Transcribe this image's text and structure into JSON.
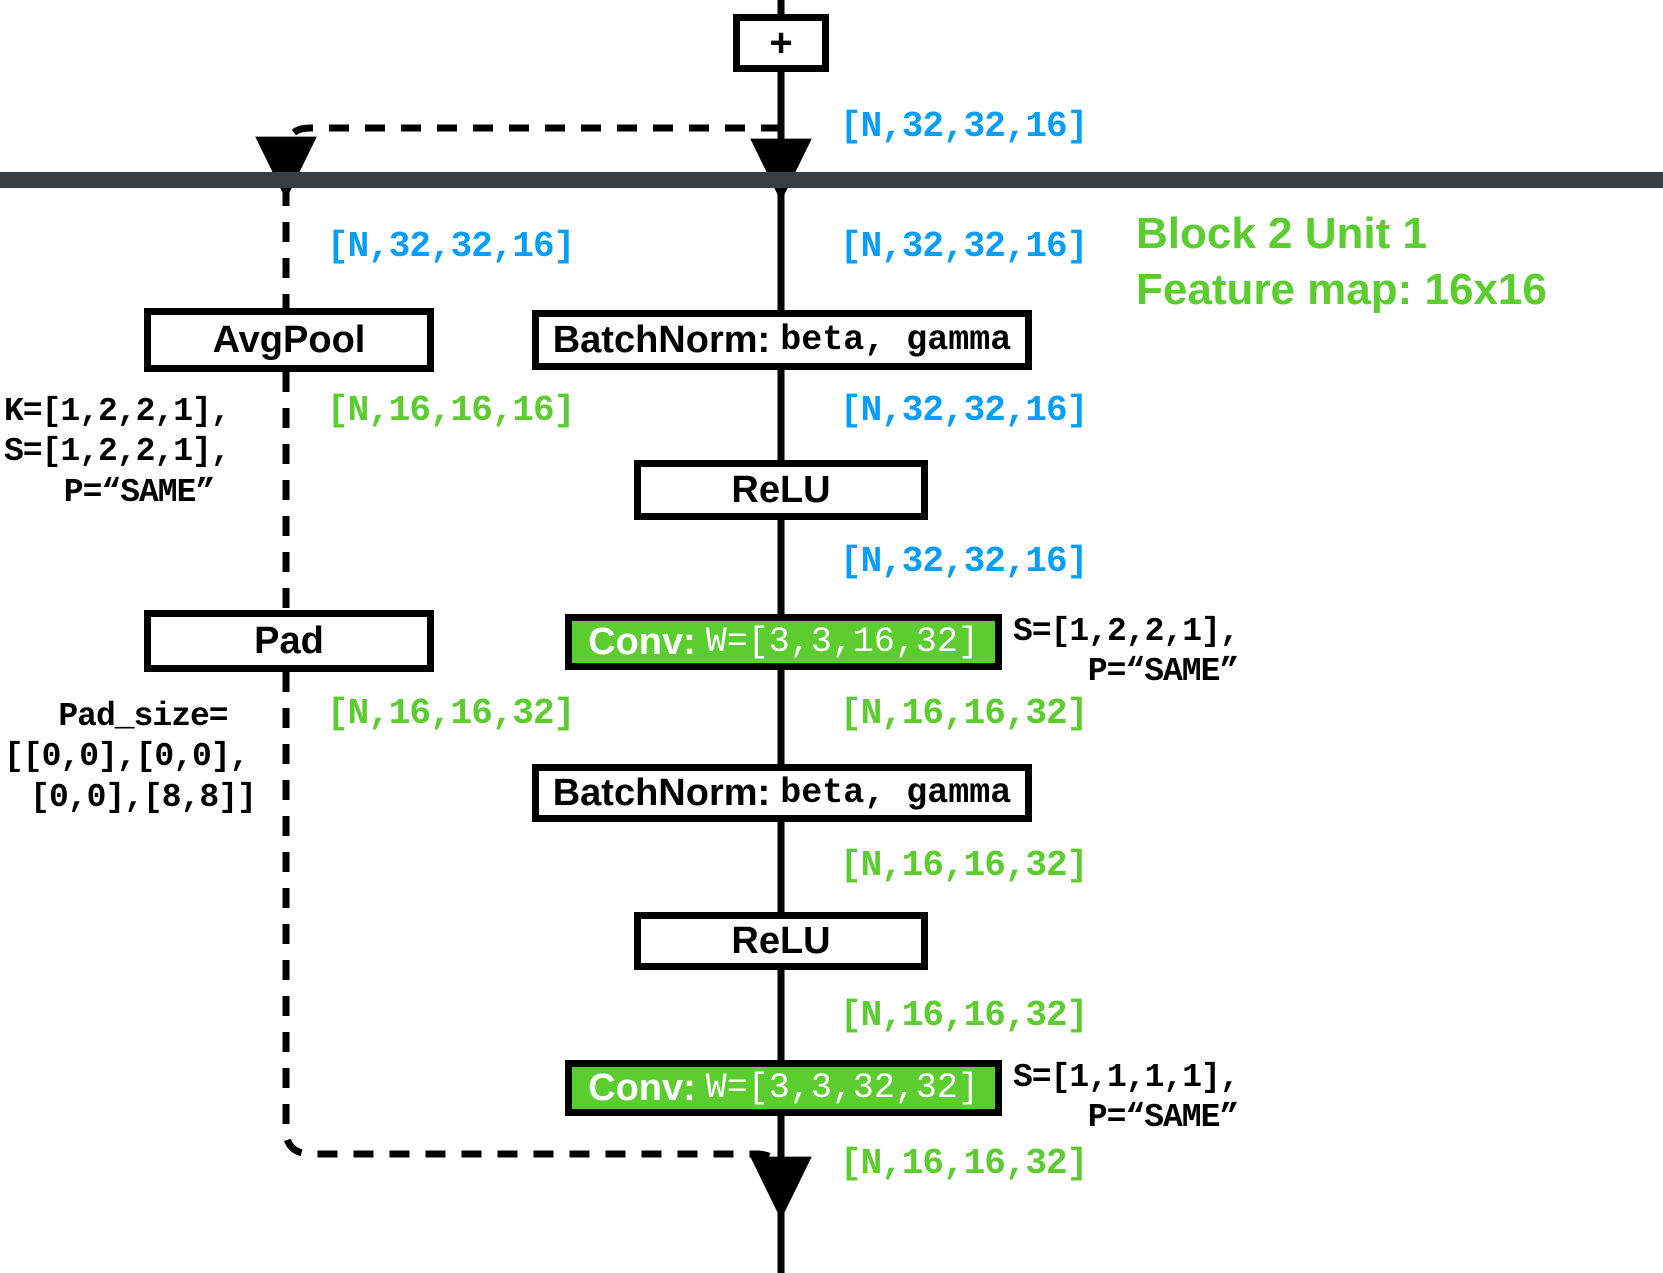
{
  "diagram": {
    "title_lines": [
      "Block 2   Unit 1",
      "Feature map: 16x16"
    ],
    "colors": {
      "blue_tensor": "#059ffa",
      "green_tensor": "#5bcd2f",
      "conv_fill": "#5bcd2f",
      "banner": "#383d41",
      "stroke": "#000000"
    }
  },
  "nodes": {
    "add": {
      "label": "+"
    },
    "avgpool": {
      "label": "AvgPool"
    },
    "pad": {
      "label": "Pad"
    },
    "batchnorm1": {
      "label": "BatchNorm:",
      "params": "beta, gamma"
    },
    "relu1": {
      "label": "ReLU"
    },
    "conv1": {
      "label": "Conv:",
      "params": "W=[3,3,16,32]"
    },
    "batchnorm2": {
      "label": "BatchNorm:",
      "params": "beta, gamma"
    },
    "relu2": {
      "label": "ReLU"
    },
    "conv2": {
      "label": "Conv:",
      "params": "W=[3,3,32,32]"
    }
  },
  "tensors": {
    "add_out": "[N,32,32,16]",
    "shortcut_in": "[N,32,32,16]",
    "main_in": "[N,32,32,16]",
    "avgpool_out": "[N,16,16,16]",
    "bn1_out": "[N,32,32,16]",
    "relu1_out": "[N,32,32,16]",
    "pad_out": "[N,16,16,32]",
    "conv1_out": "[N,16,16,32]",
    "bn2_out": "[N,16,16,32]",
    "relu2_out": "[N,16,16,32]",
    "conv2_out": "[N,16,16,32]"
  },
  "params": {
    "avgpool": [
      "K=[1,2,2,1],",
      "S=[1,2,2,1],",
      "P=“SAME”"
    ],
    "pad": [
      "Pad_size=",
      "[[0,0],[0,0],",
      "[0,0],[8,8]]"
    ],
    "conv1": [
      "S=[1,2,2,1],",
      "P=“SAME”"
    ],
    "conv2": [
      "S=[1,1,1,1],",
      "P=“SAME”"
    ]
  }
}
